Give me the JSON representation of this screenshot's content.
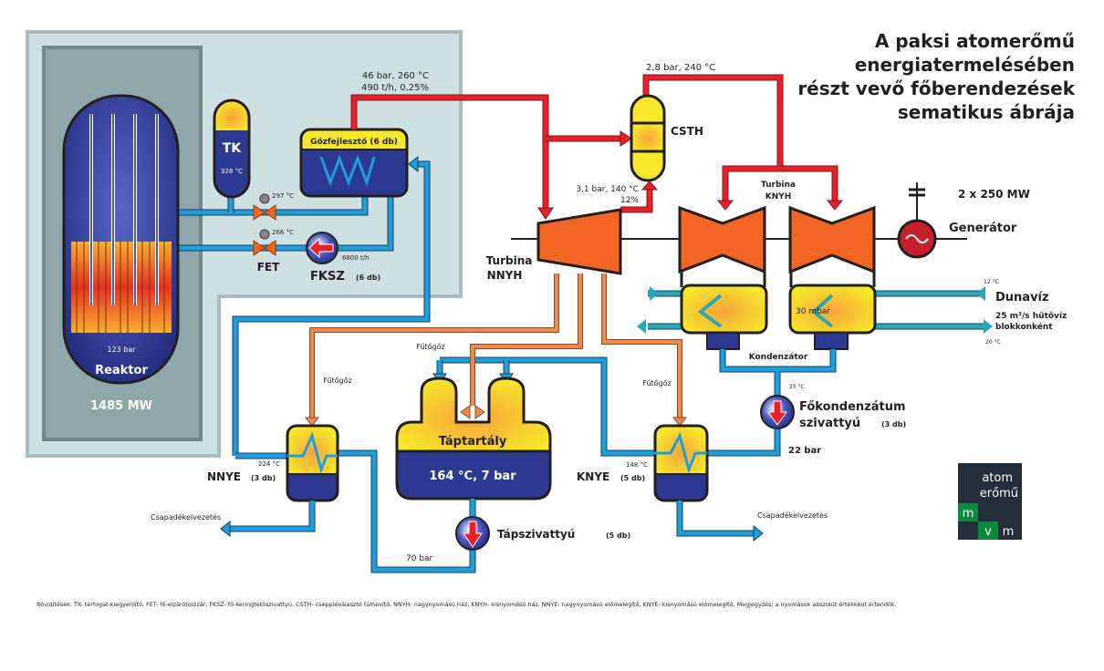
{
  "title": [
    "A paksi atomerőmű",
    "energiatermelésében",
    "részt vevő főberendezések",
    "sematikus ábrája"
  ],
  "colors": {
    "steam": "#e8202a",
    "water": "#1e9fdc",
    "heating_steam": "#f08a4b",
    "cooling_water": "#2aa8b8",
    "turbine": "#f26522",
    "vessel_blue": "#2b3990",
    "vessel_yellow": "#f7e92a",
    "containment": "#cfe0e2"
  },
  "reactor": {
    "pressure": "123 bar",
    "label": "Reaktor",
    "power": "1485 MW"
  },
  "tk": {
    "label": "TK",
    "temp": "328 °C"
  },
  "steam_generator": {
    "label": "Gőzfejlesztő (6 db)",
    "out": "46 bar, 260 °C",
    "flow": "490 t/h, 0,25%"
  },
  "valves": {
    "hot_temp": "297 °C",
    "cold_temp": "266 °C",
    "fet": "FET"
  },
  "fksz": {
    "label": "FKSZ",
    "count": "(6 db)",
    "flow": "6800 t/h"
  },
  "csth": {
    "label": "CSTH",
    "in": "3,1 bar, 140 °C",
    "pct": "12%",
    "out": "2,8 bar, 240 °C"
  },
  "turbine_hp": [
    "Turbina",
    "NNYH"
  ],
  "turbine_lp": [
    "Turbina",
    "KNYH"
  ],
  "generator": {
    "label": "Generátor",
    "power": "2 x 250 MW"
  },
  "condenser": {
    "label": "Kondenzátor",
    "pressure": "30 mbar"
  },
  "danube": {
    "label": "Dunavíz",
    "in_temp": "12 °C",
    "out_temp": "20 °C",
    "flow": "25 m³/s hűtővíz",
    "flow2": "blokkonként"
  },
  "main_condensate_pump": {
    "label": "Főkondenzátum",
    "label2": "szivattyú",
    "count": "(3 db)",
    "temp": "25 °C",
    "pressure": "22 bar"
  },
  "heating_steam": "Fűtőgőz",
  "feed_tank": {
    "label": "Táptartály",
    "state": "164 °C, 7 bar"
  },
  "feed_pump": {
    "label": "Tápszivattyú",
    "count": "(5 db)",
    "pressure": "70 bar"
  },
  "nnye": {
    "label": "NNYE",
    "count": "(3 db)",
    "temp": "224 °C"
  },
  "knye": {
    "label": "KNYE",
    "count": "(5 db)",
    "temp": "148 °C"
  },
  "drain": "Csapadékelvezetés",
  "logo": [
    "atom",
    "erőmű",
    "m",
    "v",
    "m"
  ],
  "footnote": "Rövidítések: TK- térfogat-kiegyenlítő, FET- fő-elzárótolózár, FKSZ- fő-keringtetőszivattyú, CSTH- cseppleválasztó túlhevítő,  NNYH- nagynyomású ház, KNYH- kisnyomású ház, NNYE- nagynyomású előmelegítő, KNYE- kisnyomású előmelegítő. Megjegyzés: a nyomások abszolút értékként értendők."
}
